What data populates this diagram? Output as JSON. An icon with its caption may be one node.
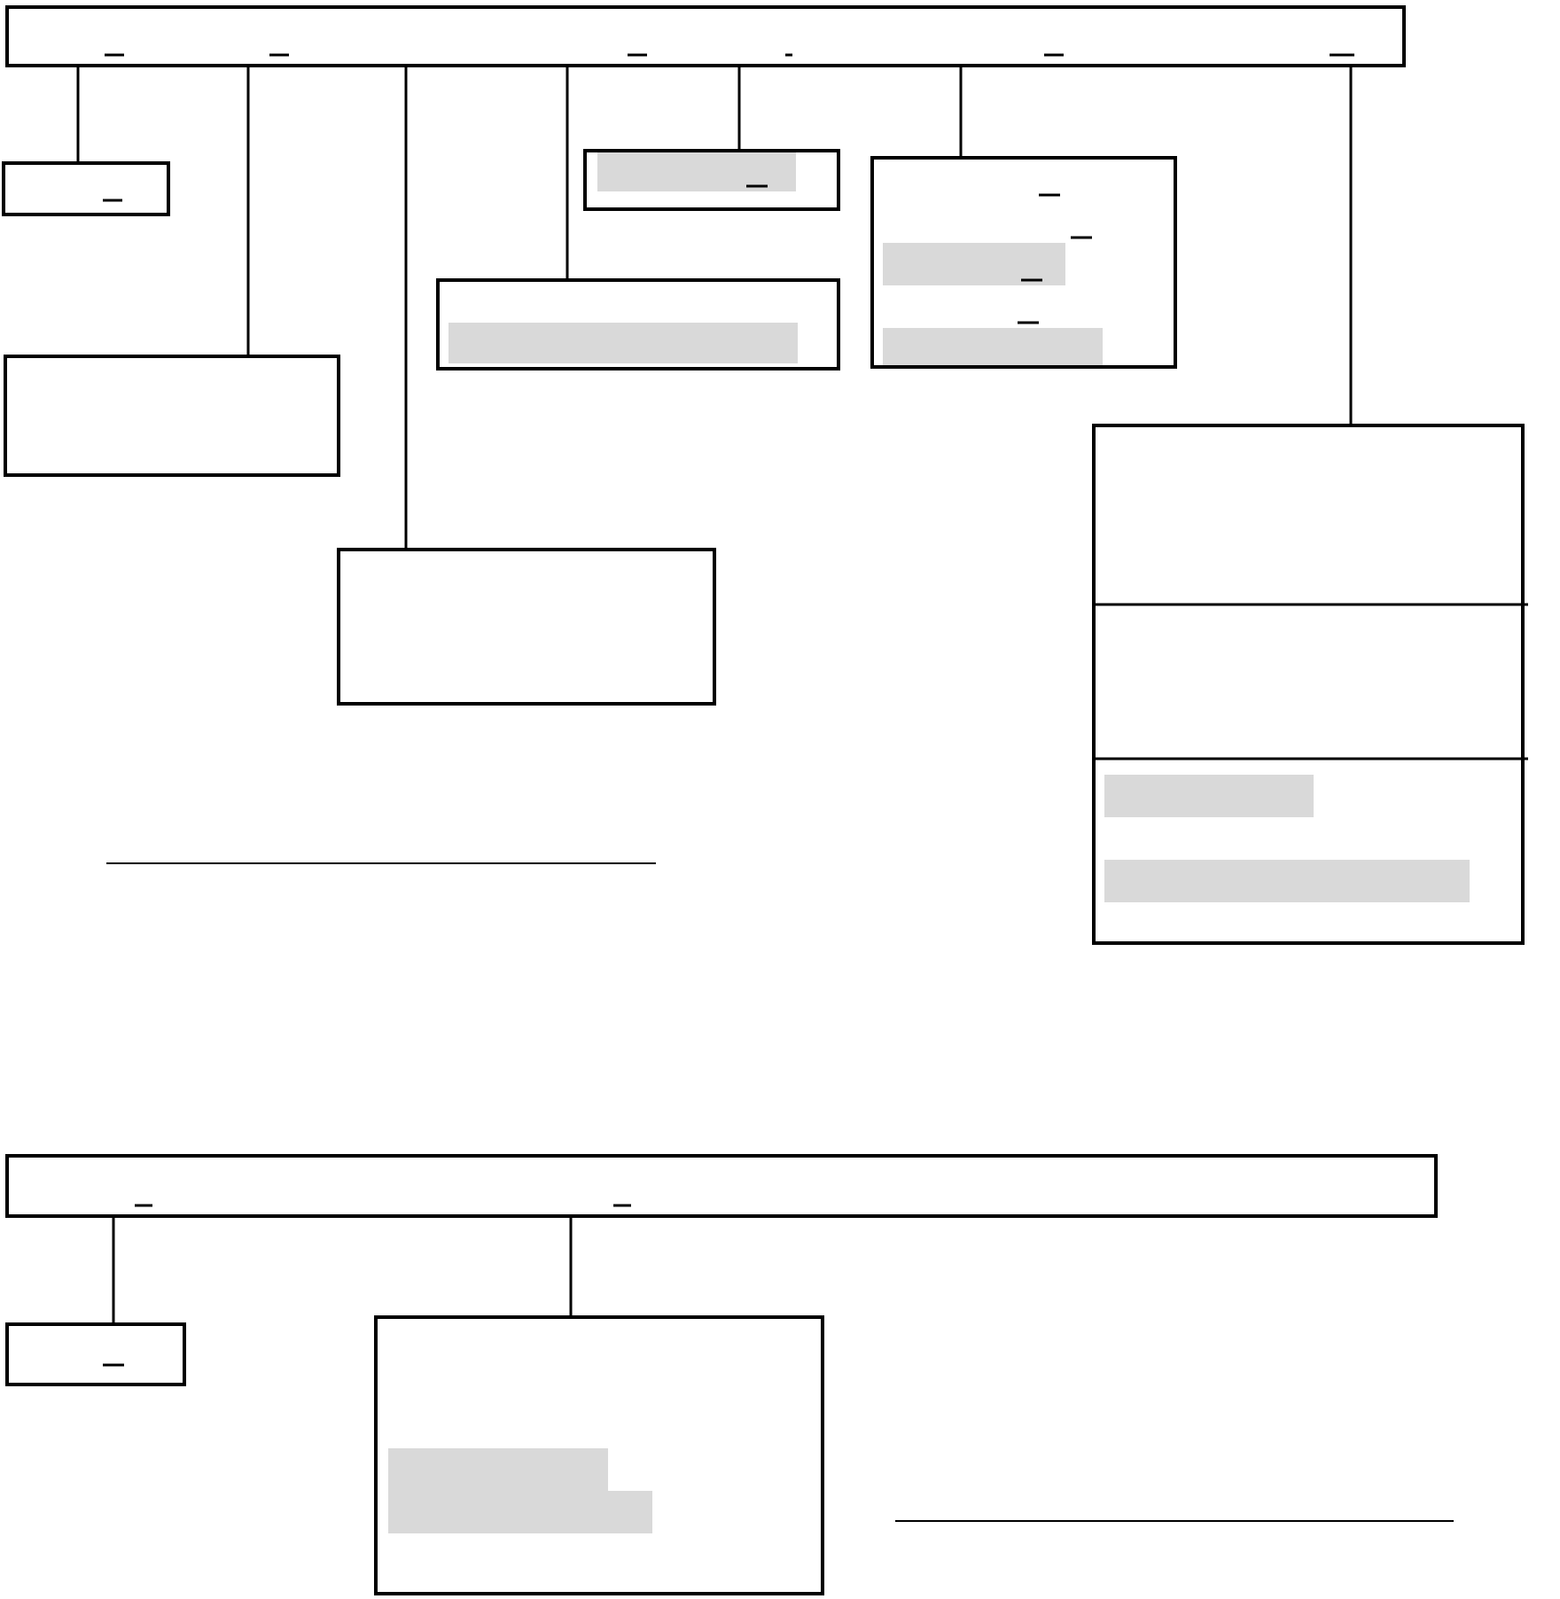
{
  "diagram": {
    "nodes": [
      {
        "text": [],
        "shape": "box"
      },
      {
        "text": [],
        "shape": "box"
      },
      {
        "text": [],
        "shape": "box"
      },
      {
        "text": [],
        "shape": "box"
      },
      {
        "text": [],
        "shape": "box"
      },
      {
        "text": [],
        "shape": "box"
      },
      {
        "text": [],
        "shape": "box"
      },
      {
        "text": [],
        "shape": "box"
      },
      {
        "text": [],
        "shape": "box"
      },
      {
        "text": [],
        "shape": "box"
      },
      {
        "text": [],
        "shape": "box"
      }
    ],
    "edges": [
      {
        "from": 0,
        "to": 1,
        "arrow": "none"
      },
      {
        "from": 0,
        "to": 2,
        "arrow": "none"
      },
      {
        "from": 0,
        "to": 3,
        "arrow": "none"
      },
      {
        "from": 0,
        "to": 4,
        "arrow": "none"
      },
      {
        "from": 0,
        "to": 5,
        "arrow": "none"
      },
      {
        "from": 0,
        "to": 6,
        "arrow": "none"
      },
      {
        "from": 0,
        "to": 7,
        "arrow": "none"
      },
      {
        "from": 8,
        "to": 9,
        "arrow": "none"
      },
      {
        "from": 8,
        "to": 10,
        "arrow": "none"
      }
    ]
  }
}
